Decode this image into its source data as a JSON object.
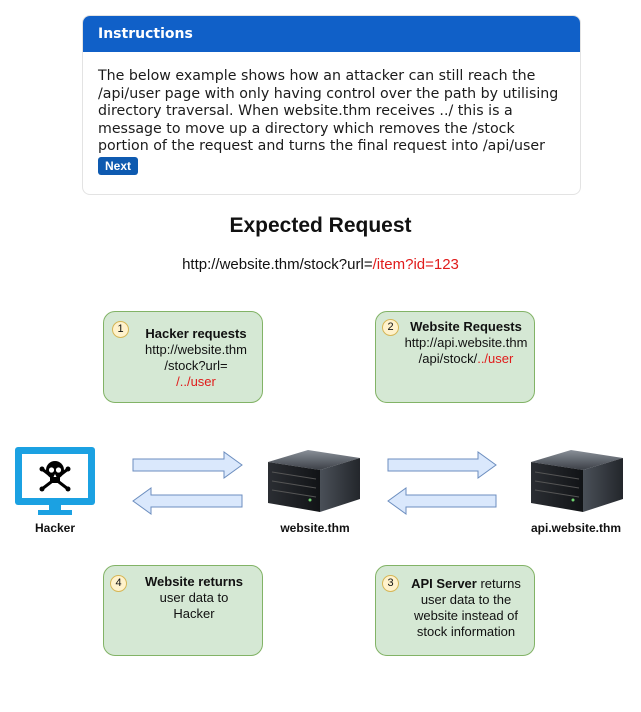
{
  "instructions": {
    "header": "Instructions",
    "body": "The below example shows how an attacker can still reach the /api/user page with only having control over the path by utilising directory traversal. When website.thm receives ../ this is a message to move up a directory which removes the /stock portion of the request and turns the final request into /api/user",
    "next_label": "Next"
  },
  "diagram": {
    "title": "Expected Request",
    "url_prefix": "http://website.thm/stock?url=",
    "url_suffix": "/item?id=123",
    "nodes": {
      "hacker": "Hacker",
      "website": "website.thm",
      "api": "api.website.thm"
    },
    "steps": {
      "s1": {
        "num": "1",
        "title": "Hacker requests",
        "line1": "http://website.thm",
        "line2": "/stock?url=",
        "line3": "/../user"
      },
      "s2": {
        "num": "2",
        "title": "Website Requests",
        "line1": "http://api.website.thm",
        "line2a": "/api/stock/",
        "line2b": "../user"
      },
      "s3": {
        "num": "3",
        "title": "API Server",
        "title_rest": " returns",
        "line1": "user data to the",
        "line2": "website instead of",
        "line3": "stock information"
      },
      "s4": {
        "num": "4",
        "title": "Website returns",
        "line1": "user data to",
        "line2": "Hacker"
      }
    },
    "colors": {
      "step_fill": "#d5e8d4",
      "step_border": "#82b366",
      "arrow_fill": "#dae8fc",
      "arrow_border": "#6c8ebf",
      "monitor": "#1ba1e2",
      "highlight": "#e01b1b"
    }
  }
}
